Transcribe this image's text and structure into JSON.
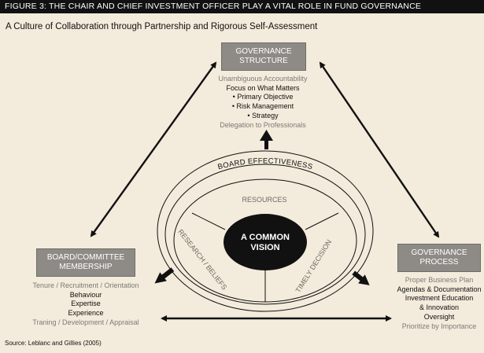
{
  "figure_title": "FIGURE 3: THE CHAIR AND CHIEF INVESTMENT OFFICER PLAY A VITAL ROLE IN FUND GOVERNANCE",
  "subtitle": "A Culture of Collaboration through Partnership and Rigorous Self-Assessment",
  "governance_structure": {
    "title_line1": "GOVERNANCE",
    "title_line2": "STRUCTURE",
    "line1": "Unambiguous Accountability",
    "line2": "Focus on What Matters",
    "bullets": [
      "Primary Objective",
      "Risk Management",
      "Strategy"
    ],
    "line3": "Delegation to Professionals"
  },
  "board_membership": {
    "title_line1": "BOARD/COMMITTEE",
    "title_line2": "MEMBERSHIP",
    "line1": "Tenure / Recruitment / Orientation",
    "items": [
      "Behaviour",
      "Expertise",
      "Experience"
    ],
    "line2": "Traning / Development / Appraisal"
  },
  "governance_process": {
    "title_line1": "GOVERNANCE",
    "title_line2": "PROCESS",
    "line1": "Proper Business Plan",
    "items": [
      "Agendas & Documentation",
      "Investment Education",
      "& Innovation",
      "Oversight"
    ],
    "line2": "Prioritize by Importance"
  },
  "center": {
    "outer_label": "BOARD EFFECTIVENESS",
    "top_segment": "RESOURCES",
    "left_segment": "RESEARCH / BELIEFS",
    "right_segment": "TIMELY DECISION",
    "core_line1": "A COMMON",
    "core_line2": "VISION"
  },
  "source": "Source: Leblanc and Gillies (2005)",
  "colors": {
    "box": "#8e8b87",
    "background": "#f3ebdb",
    "ink": "#111111",
    "muted": "#7d7a77"
  }
}
